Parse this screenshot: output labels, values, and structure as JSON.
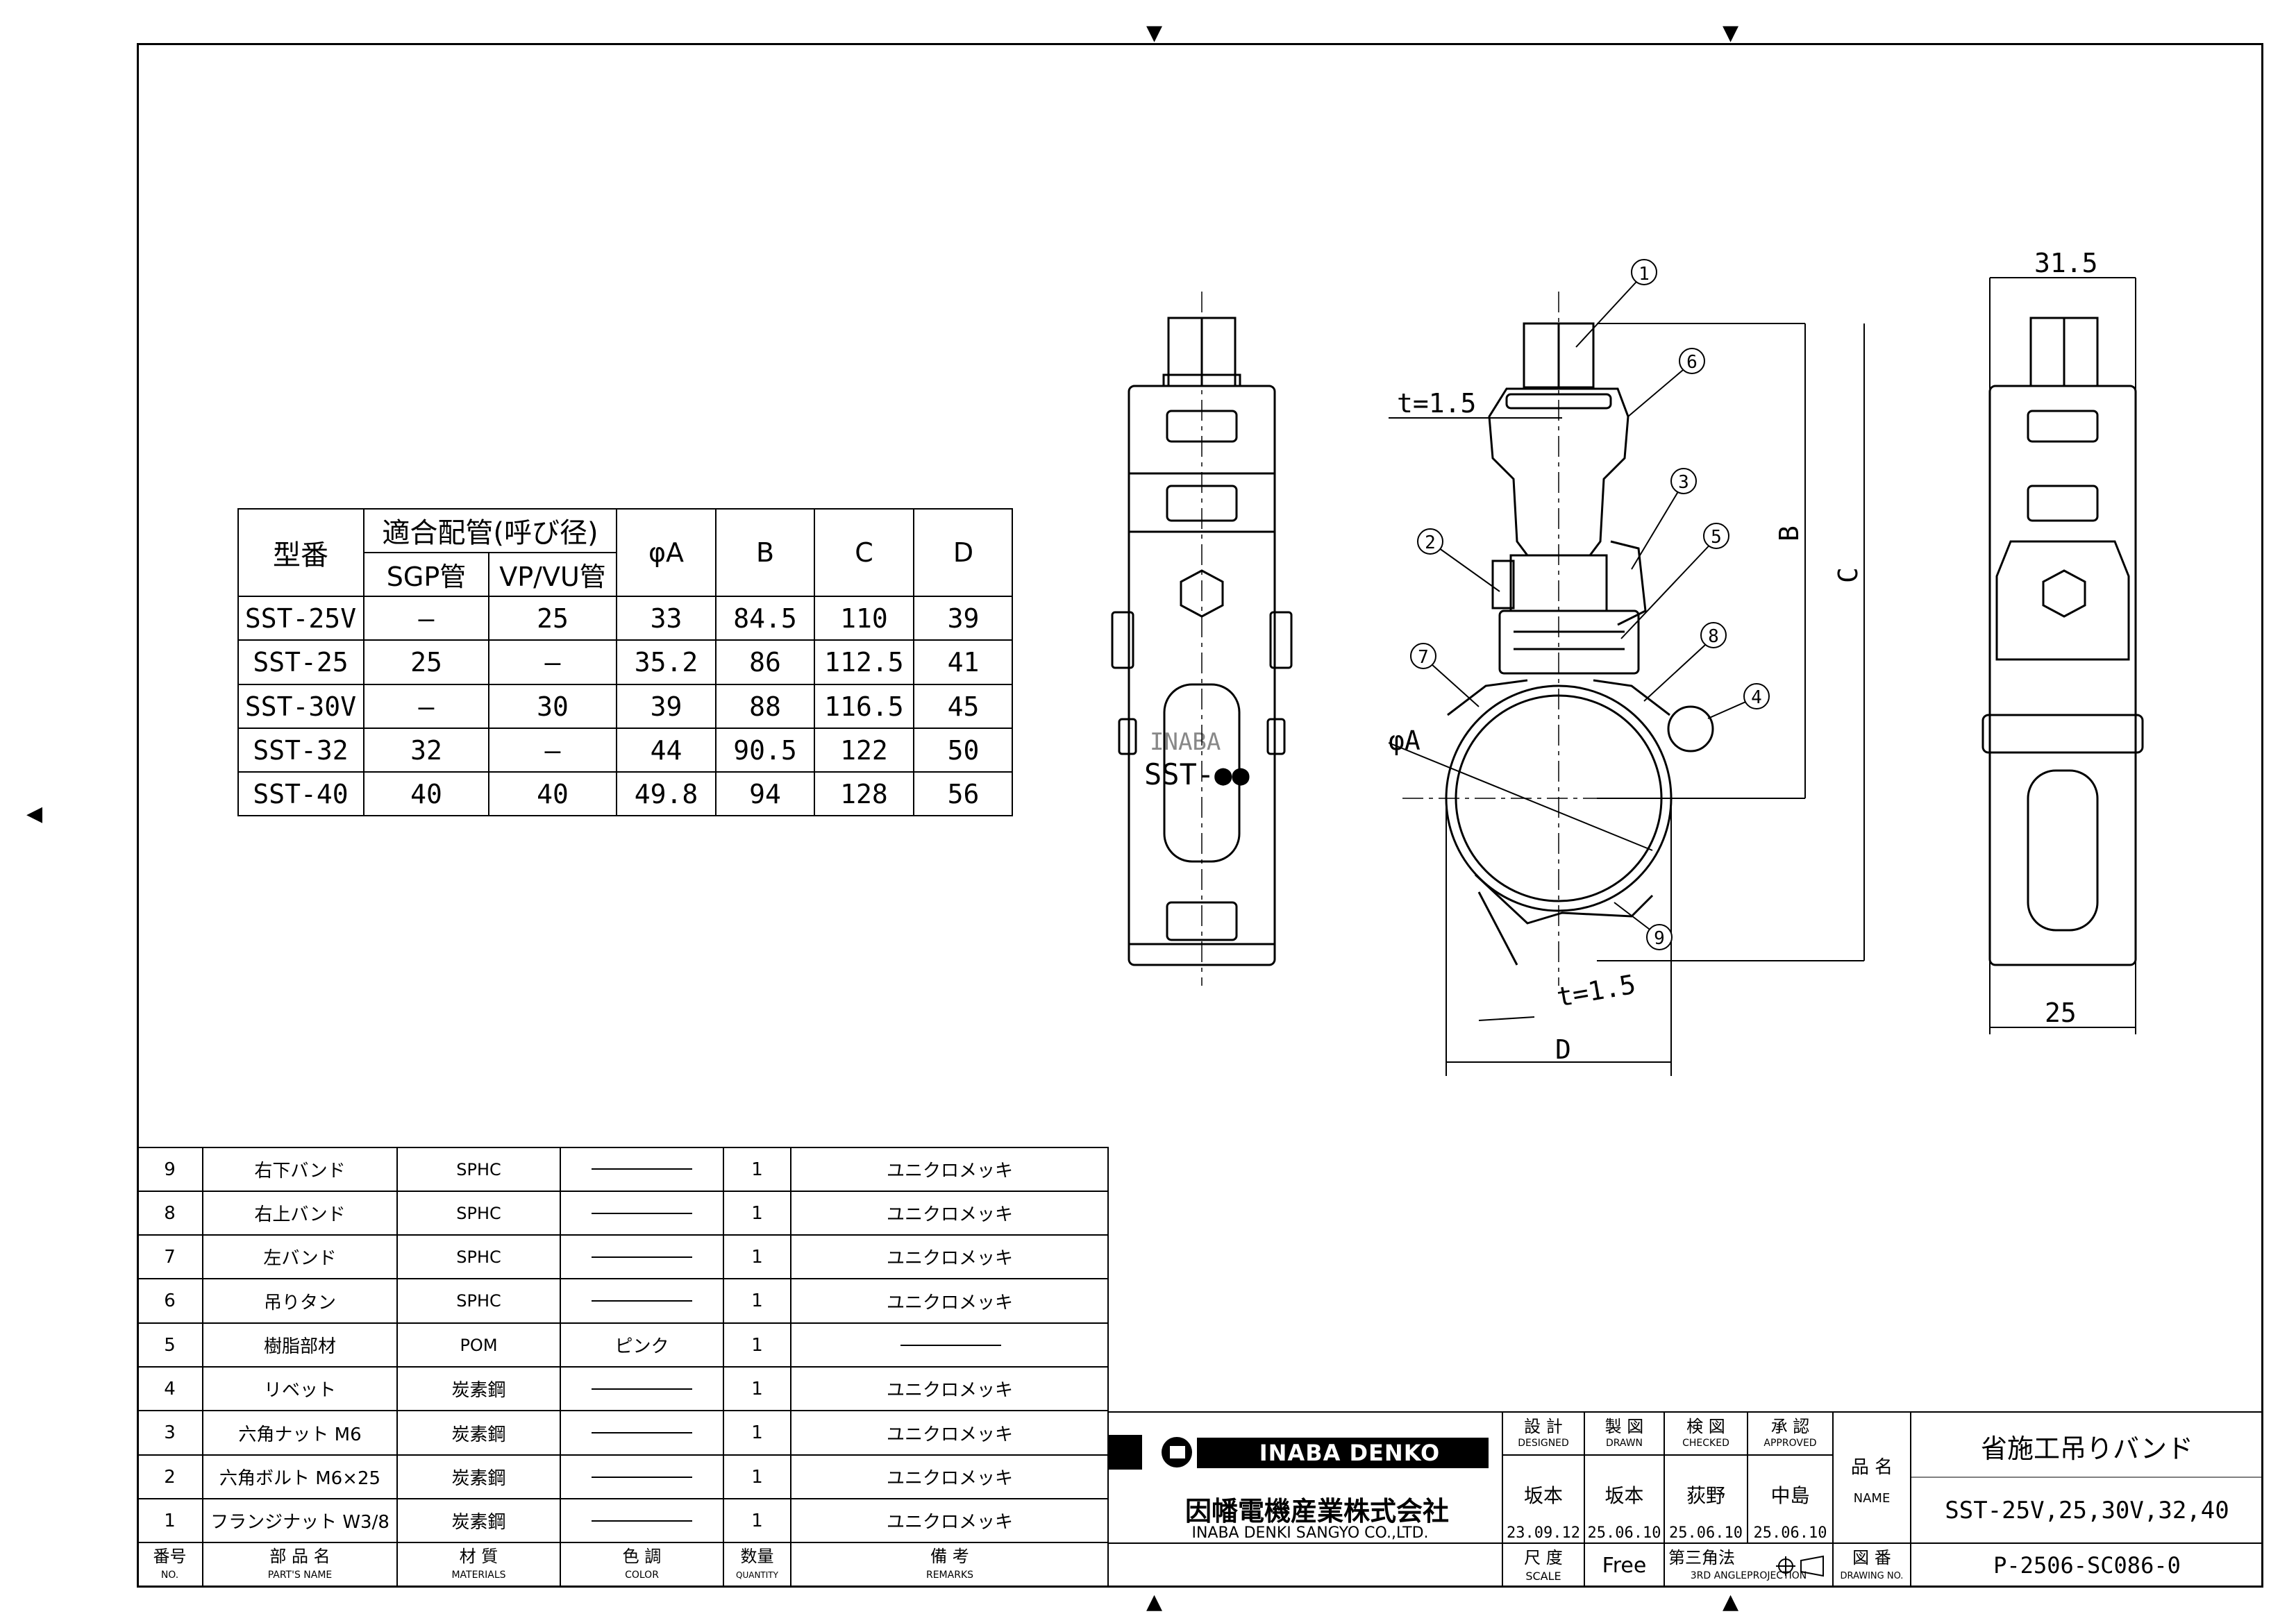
{
  "spec_table": {
    "header": {
      "model": "型番",
      "pipe_group": "適合配管(呼び径)",
      "sgp": "SGP管",
      "vpvu": "VP/VU管",
      "phiA": "φA",
      "B": "B",
      "C": "C",
      "D": "D"
    },
    "rows": [
      {
        "model": "SST-25V",
        "sgp": "–",
        "vpvu": "25",
        "phiA": "33",
        "B": "84.5",
        "C": "110",
        "D": "39"
      },
      {
        "model": "SST-25",
        "sgp": "25",
        "vpvu": "–",
        "phiA": "35.2",
        "B": "86",
        "C": "112.5",
        "D": "41"
      },
      {
        "model": "SST-30V",
        "sgp": "–",
        "vpvu": "30",
        "phiA": "39",
        "B": "88",
        "C": "116.5",
        "D": "45"
      },
      {
        "model": "SST-32",
        "sgp": "32",
        "vpvu": "–",
        "phiA": "44",
        "B": "90.5",
        "C": "122",
        "D": "50"
      },
      {
        "model": "SST-40",
        "sgp": "40",
        "vpvu": "40",
        "phiA": "49.8",
        "B": "94",
        "C": "128",
        "D": "56"
      }
    ]
  },
  "drawing": {
    "side_emboss": "INABA",
    "side_model": "SST-●●",
    "thickness_label": "t=1.5",
    "thickness_label_bottom": "t=1.5",
    "dim_phiA": "φA",
    "dim_B": "B",
    "dim_C": "C",
    "dim_D": "D",
    "dim_width_top": "31.5",
    "dim_width_bottom": "25",
    "balloons": [
      "1",
      "2",
      "3",
      "4",
      "5",
      "6",
      "7",
      "8",
      "9"
    ]
  },
  "parts_list": {
    "rows": [
      {
        "no": "9",
        "name": "右下バンド",
        "material": "SPHC",
        "color": "",
        "qty": "1",
        "remarks": "ユニクロメッキ"
      },
      {
        "no": "8",
        "name": "右上バンド",
        "material": "SPHC",
        "color": "",
        "qty": "1",
        "remarks": "ユニクロメッキ"
      },
      {
        "no": "7",
        "name": "左バンド",
        "material": "SPHC",
        "color": "",
        "qty": "1",
        "remarks": "ユニクロメッキ"
      },
      {
        "no": "6",
        "name": "吊りタン",
        "material": "SPHC",
        "color": "",
        "qty": "1",
        "remarks": "ユニクロメッキ"
      },
      {
        "no": "5",
        "name": "樹脂部材",
        "material": "POM",
        "color": "ピンク",
        "qty": "1",
        "remarks": ""
      },
      {
        "no": "4",
        "name": "リベット",
        "material": "炭素鋼",
        "color": "",
        "qty": "1",
        "remarks": "ユニクロメッキ"
      },
      {
        "no": "3",
        "name": "六角ナット M6",
        "material": "炭素鋼",
        "color": "",
        "qty": "1",
        "remarks": "ユニクロメッキ"
      },
      {
        "no": "2",
        "name": "六角ボルト M6×25",
        "material": "炭素鋼",
        "color": "",
        "qty": "1",
        "remarks": "ユニクロメッキ"
      },
      {
        "no": "1",
        "name": "フランジナット W3/8",
        "material": "炭素鋼",
        "color": "",
        "qty": "1",
        "remarks": "ユニクロメッキ"
      }
    ],
    "header": {
      "no_jp": "番号",
      "no_en": "NO.",
      "name_jp": "部 品 名",
      "name_en": "PART'S NAME",
      "material_jp": "材 質",
      "material_en": "MATERIALS",
      "color_jp": "色 調",
      "color_en": "COLOR",
      "qty_jp": "数量",
      "qty_en": "QUANTITY",
      "remarks_jp": "備 考",
      "remarks_en": "REMARKS"
    }
  },
  "title_block": {
    "brand": "INABA DENKO",
    "company_jp": "因幡電機産業株式会社",
    "company_en": "INABA DENKI SANGYO CO.,LTD.",
    "designed_jp": "設 計",
    "designed_en": "DESIGNED",
    "designed_name": "坂本",
    "designed_date": "23.09.12",
    "drawn_jp": "製 図",
    "drawn_en": "DRAWN",
    "drawn_name": "坂本",
    "drawn_date": "25.06.10",
    "checked_jp": "検 図",
    "checked_en": "CHECKED",
    "checked_name": "荻野",
    "checked_date": "25.06.10",
    "approved_jp": "承 認",
    "approved_en": "APPROVED",
    "approved_name": "中島",
    "approved_date": "25.06.10",
    "name_label_jp": "品 名",
    "name_label_en": "NAME",
    "product_name": "省施工吊りバンド",
    "product_models": "SST-25V,25,30V,32,40",
    "scale_jp": "尺 度",
    "scale_en": "SCALE",
    "scale_value": "Free",
    "projection_jp": "第三角法",
    "projection_en": "3RD ANGLEPROJECTION",
    "drawing_no_jp": "図 番",
    "drawing_no_en": "DRAWING NO.",
    "drawing_no": "P-2506-SC086-0"
  }
}
